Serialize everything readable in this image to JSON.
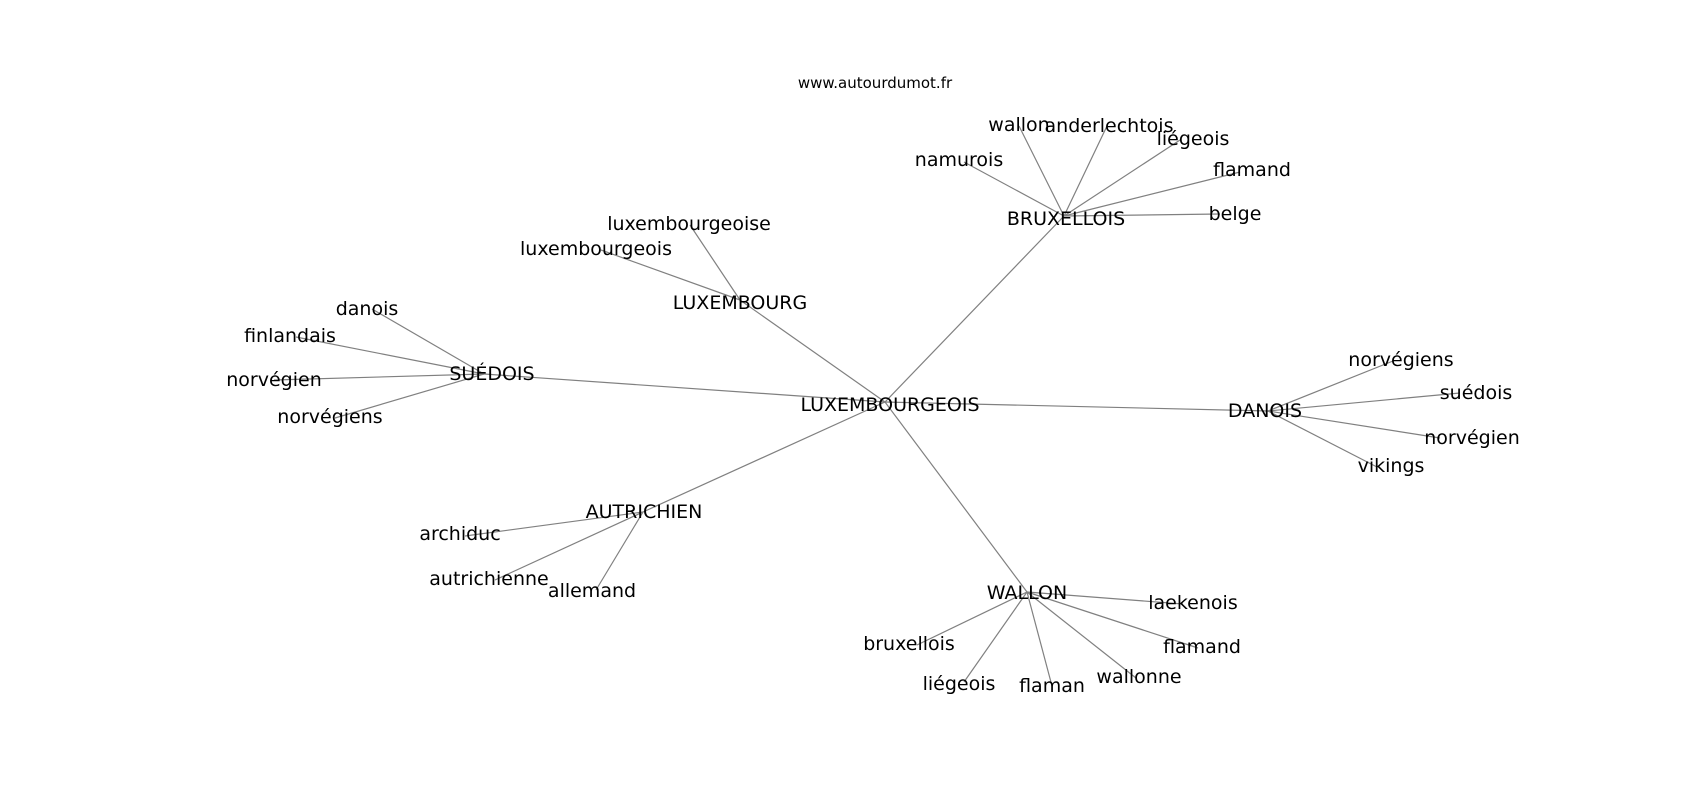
{
  "header": {
    "site": "www.autourdumot.fr"
  },
  "graph": {
    "root": "LUXEMBOURGEOIS",
    "hubs": [
      {
        "id": "bruxellois_hub",
        "label": "BRUXELLOIS",
        "leaves": [
          "wallon",
          "anderlechtois",
          "liégeois",
          "flamand",
          "belge",
          "namurois"
        ]
      },
      {
        "id": "luxembourg_hub",
        "label": "LUXEMBOURG",
        "leaves": [
          "luxembourgeoise",
          "luxembourgeois"
        ]
      },
      {
        "id": "suedois_hub",
        "label": "SUÉDOIS",
        "leaves": [
          "danois",
          "finlandais",
          "norvégien",
          "norvégiens"
        ]
      },
      {
        "id": "danois_hub",
        "label": "DANOIS",
        "leaves": [
          "norvégiens",
          "suédois",
          "norvégien",
          "vikings"
        ]
      },
      {
        "id": "autrichien_hub",
        "label": "AUTRICHIEN",
        "leaves": [
          "archiduc",
          "autrichienne",
          "allemand"
        ]
      },
      {
        "id": "wallon_hub",
        "label": "WALLON",
        "leaves": [
          "laekenois",
          "flamand",
          "wallonne",
          "flaman",
          "liégeois",
          "bruxellois"
        ]
      }
    ]
  },
  "colors": {
    "edge": "#808080",
    "text": "#000000",
    "background": "#ffffff"
  }
}
